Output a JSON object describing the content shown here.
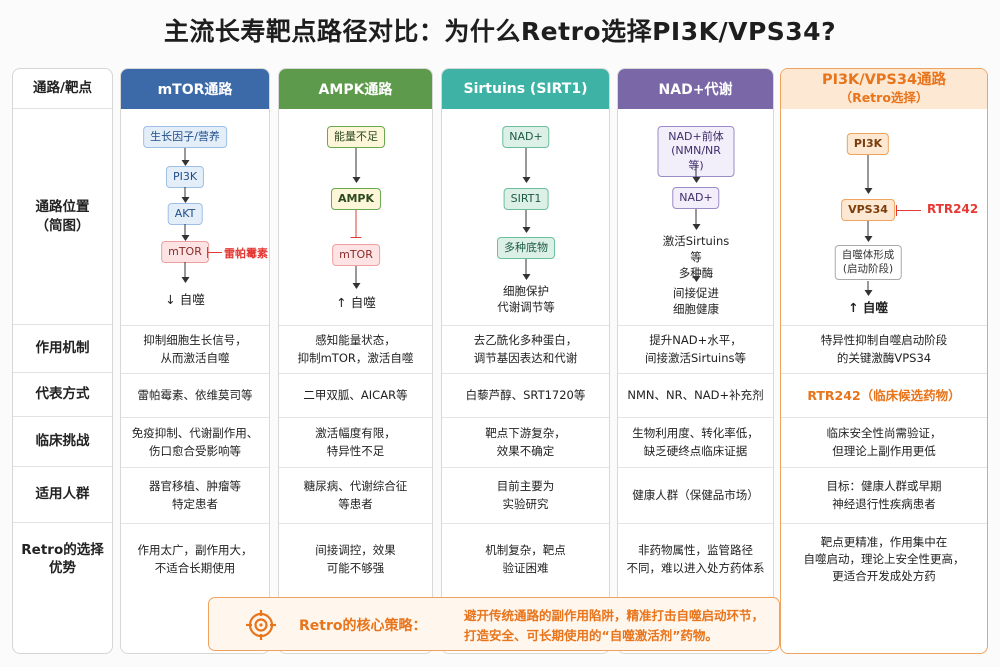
{
  "title": "主流长寿靶点路径对比：为什么Retro选择PI3K/VPS34?",
  "row_labels": {
    "header": "通路/靶点",
    "diagram": "通路位置\n（简图）",
    "mechanism": "作用机制",
    "representative": "代表方式",
    "clinical": "临床挑战",
    "population": "适用人群",
    "advantage": "Retro的选择\n优势"
  },
  "colors": {
    "mtor": "#3c69a8",
    "ampk": "#5e9a4c",
    "sirt": "#3fb2a6",
    "nad": "#7a67a8",
    "pi3k": "#e8741b",
    "inhibit": "#e53935"
  },
  "columns": [
    {
      "name": "mTOR通路",
      "diagram": {
        "n1": "生长因子/营养",
        "n2": "PI3K",
        "n3": "AKT",
        "n4": "mTOR",
        "inhibitor": "雷帕霉素",
        "result_arrow": "↓",
        "result": "自噬"
      },
      "mechanism": "抑制细胞生长信号，\n从而激活自噬",
      "representative": "雷帕霉素、依维莫司等",
      "clinical": "免疫抑制、代谢副作用、\n伤口愈合受影响等",
      "population": "器官移植、肿瘤等\n特定患者",
      "advantage": "作用太广，副作用大，\n不适合长期使用"
    },
    {
      "name": "AMPK通路",
      "diagram": {
        "n1": "能量不足",
        "n2": "AMPK",
        "n3": "mTOR",
        "result_arrow": "↑",
        "result": "自噬"
      },
      "mechanism": "感知能量状态，\n抑制mTOR，激活自噬",
      "representative": "二甲双胍、AICAR等",
      "clinical": "激活幅度有限，\n特异性不足",
      "population": "糖尿病、代谢综合征\n等患者",
      "advantage": "间接调控，效果\n可能不够强"
    },
    {
      "name": "Sirtuins (SIRT1)",
      "diagram": {
        "n1": "NAD+",
        "n2": "SIRT1",
        "n3": "多种底物",
        "result": "细胞保护\n代谢调节等"
      },
      "mechanism": "去乙酰化多种蛋白，\n调节基因表达和代谢",
      "representative": "白藜芦醇、SRT1720等",
      "clinical": "靶点下游复杂，\n效果不确定",
      "population": "目前主要为\n实验研究",
      "advantage": "机制复杂，靶点\n验证困难"
    },
    {
      "name": "NAD+代谢",
      "diagram": {
        "n1": "NAD+前体\n(NMN/NR等)",
        "n2": "NAD+",
        "n3": "激活Sirtuins等\n多种酶",
        "result": "间接促进\n细胞健康"
      },
      "mechanism": "提升NAD+水平，\n间接激活Sirtuins等",
      "representative": "NMN、NR、NAD+补充剂",
      "clinical": "生物利用度、转化率低，\n缺乏硬终点临床证据",
      "population": "健康人群（保健品市场）",
      "advantage": "非药物属性，监管路径\n不同，难以进入处方药体系"
    },
    {
      "name": "PI3K/VPS34通路",
      "sub": "（Retro选择）",
      "diagram": {
        "n1": "PI3K",
        "n2": "VPS34",
        "inhibitor": "RTR242",
        "n3": "自噬体形成\n(启动阶段)",
        "result_arrow": "↑",
        "result": "自噬"
      },
      "mechanism": "特异性抑制自噬启动阶段\n的关键激酶VPS34",
      "representative": "RTR242（临床候选药物）",
      "clinical": "临床安全性尚需验证，\n但理论上副作用更低",
      "population": "目标：健康人群或早期\n神经退行性疾病患者",
      "advantage": "靶点更精准，作用集中在\n自噬启动，理论上安全性更高，\n更适合开发成处方药"
    }
  ],
  "banner": {
    "title": "Retro的核心策略：",
    "line1": "避开传统通路的副作用陷阱，精准打击自噬启动环节，",
    "line2": "打造安全、可长期使用的“自噬激活剂”药物。",
    "icon": "target-icon"
  }
}
